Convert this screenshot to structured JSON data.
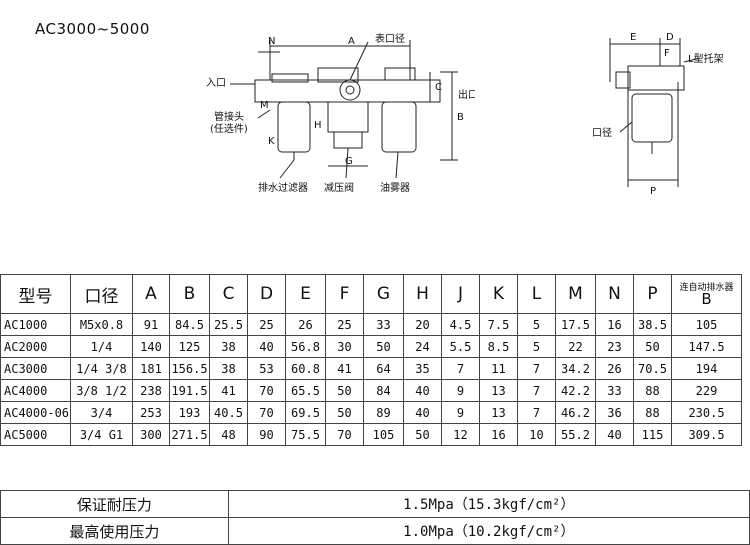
{
  "title": "AC3000~5000",
  "diagram1": {
    "labels": {
      "N": "N",
      "A": "A",
      "gauge_port": "表口径",
      "C": "C",
      "inlet": "入口",
      "outlet": "出口",
      "B": "B",
      "fitting": "管接头",
      "optional": "(任选件)",
      "M": "M",
      "K": "K",
      "H": "H",
      "G": "G",
      "filter": "排水过滤器",
      "regulator": "减压阀",
      "lubricator": "油雾器"
    }
  },
  "diagram2": {
    "labels": {
      "E": "E",
      "D": "D",
      "bracket": "L型托架",
      "F": "F",
      "port": "口径",
      "P": "P"
    }
  },
  "spec_table": {
    "headers": [
      "型号",
      "口径",
      "A",
      "B",
      "C",
      "D",
      "E",
      "F",
      "G",
      "H",
      "J",
      "K",
      "L",
      "M",
      "N",
      "P"
    ],
    "auto_drain_header": "连自动排水器",
    "auto_drain_sub": "B",
    "rows": [
      [
        "AC1000",
        "M5x0.8",
        "91",
        "84.5",
        "25.5",
        "25",
        "26",
        "25",
        "33",
        "20",
        "4.5",
        "7.5",
        "5",
        "17.5",
        "16",
        "38.5",
        "105"
      ],
      [
        "AC2000",
        "1/4",
        "140",
        "125",
        "38",
        "40",
        "56.8",
        "30",
        "50",
        "24",
        "5.5",
        "8.5",
        "5",
        "22",
        "23",
        "50",
        "147.5"
      ],
      [
        "AC3000",
        "1/4 3/8",
        "181",
        "156.5",
        "38",
        "53",
        "60.8",
        "41",
        "64",
        "35",
        "7",
        "11",
        "7",
        "34.2",
        "26",
        "70.5",
        "194"
      ],
      [
        "AC4000",
        "3/8 1/2",
        "238",
        "191.5",
        "41",
        "70",
        "65.5",
        "50",
        "84",
        "40",
        "9",
        "13",
        "7",
        "42.2",
        "33",
        "88",
        "229"
      ],
      [
        "AC4000-06",
        "3/4",
        "253",
        "193",
        "40.5",
        "70",
        "69.5",
        "50",
        "89",
        "40",
        "9",
        "13",
        "7",
        "46.2",
        "36",
        "88",
        "230.5"
      ],
      [
        "AC5000",
        "3/4 G1",
        "300",
        "271.5",
        "48",
        "90",
        "75.5",
        "70",
        "105",
        "50",
        "12",
        "16",
        "10",
        "55.2",
        "40",
        "115",
        "309.5"
      ]
    ]
  },
  "pressure": [
    {
      "label": "保证耐压力",
      "value": "1.5Mpa（15.3kgf/cm²）"
    },
    {
      "label": "最高使用压力",
      "value": "1.0Mpa（10.2kgf/cm²）"
    }
  ]
}
